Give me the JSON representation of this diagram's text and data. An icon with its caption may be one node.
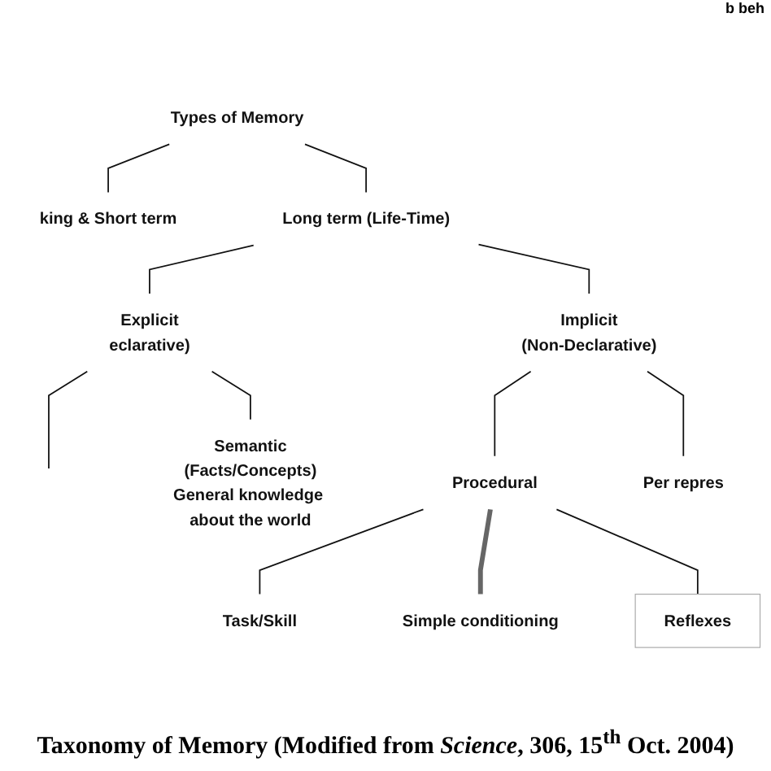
{
  "diagram": {
    "caption": "Taxonomy of Memory (Modified from *Science*, 306, 15$^{th}$ Oct. 2004)",
    "nodes": [
      {
        "text": [
          "Types of Memory"
        ]
      },
      {
        "text": [
          "king & Short term"
        ]
      },
      {
        "text": [
          "Long term (Life-Time)"
        ]
      },
      {
        "text": [
          "Explicit",
          "eclarative)"
        ]
      },
      {
        "text": [
          "Semantic",
          "(Facts/Concepts)",
          "General knowledge about the world"
        ]
      },
      {
        "text": [
          "Implicit",
          "(Non-Declarative)"
        ]
      },
      {
        "text": [
          "Procedural"
        ]
      },
      {
        "text": [
          "Per repres"
        ]
      },
      {
        "text": [
          "Task/Skill"
        ]
      },
      {
        "text": [
          "Simple conditioning"
        ]
      },
      {
        "text": [
          "Reflexes"
        ]
      }
    ],
    "edges": [
      {
        "from": 0,
        "to": 1,
        "arrow": "none"
      },
      {
        "from": 0,
        "to": 2,
        "arrow": "none"
      },
      {
        "from": 2,
        "to": 3,
        "arrow": "none"
      },
      {
        "from": 2,
        "to": 5,
        "arrow": "none"
      },
      {
        "from": 3,
        "to": null,
        "arrow": "none"
      },
      {
        "from": 3,
        "to": 4,
        "arrow": "none"
      },
      {
        "from": 5,
        "to": 6,
        "arrow": "none"
      },
      {
        "from": 5,
        "to": 7,
        "arrow": "none"
      },
      {
        "from": 6,
        "to": 8,
        "arrow": "none"
      },
      {
        "from": 6,
        "to": 9,
        "arrow": "none",
        "style": "thick",
        "color": "#666666"
      },
      {
        "from": 6,
        "to": 10,
        "arrow": "none"
      }
    ],
    "labels": [
      "b beh"
    ]
  }
}
